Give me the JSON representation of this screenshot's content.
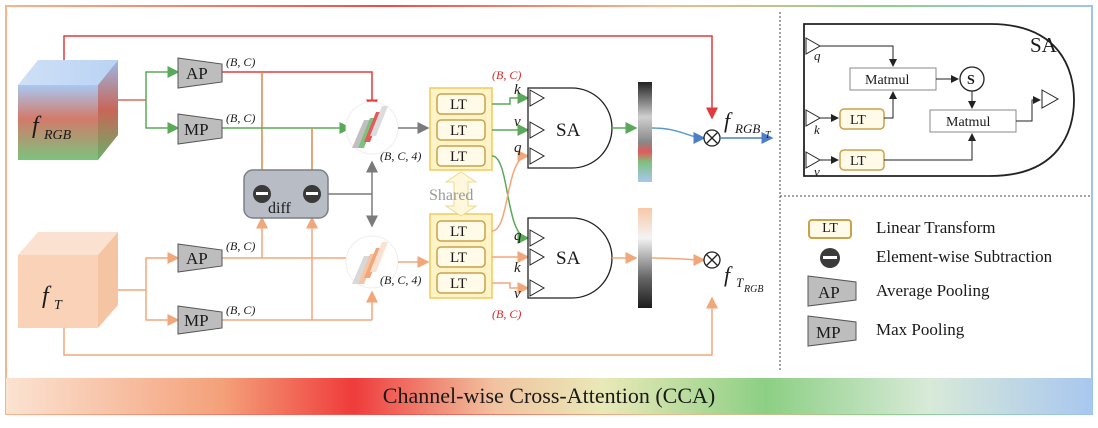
{
  "inputs": {
    "rgb_label": "f",
    "rgb_sub": "RGB",
    "t_label": "f",
    "t_sub": "T"
  },
  "pooling": {
    "ap": "AP",
    "mp": "MP",
    "shape_bc": "(B, C)",
    "shape_bc4": "(B, C, 4)"
  },
  "diff_label": "diff",
  "lt_label": "LT",
  "shared_label": "Shared",
  "sa_label": "SA",
  "qkv": {
    "q": "q",
    "k": "k",
    "v": "v"
  },
  "red_shape": "(B, C)",
  "outputs": {
    "rgb_t_main": "f",
    "rgb_t_sub": "RGB",
    "rgb_t_subsub": "T",
    "t_rgb_main": "f",
    "t_rgb_sub": "T",
    "t_rgb_subsub": "RGB"
  },
  "sa_detail": {
    "title": "SA",
    "matmul1": "Matmul",
    "matmul2": "Matmul",
    "softmax": "S",
    "lt1": "LT",
    "lt2": "LT",
    "q": "q",
    "k": "k",
    "v": "v"
  },
  "legend": [
    {
      "icon": "LT",
      "text": "Linear Transform"
    },
    {
      "icon": "minus",
      "text": "Element-wise Subtraction"
    },
    {
      "icon": "AP",
      "text": "Average Pooling"
    },
    {
      "icon": "MP",
      "text": "Max Pooling"
    }
  ],
  "footer": "Channel-wise Cross-Attention (CCA)",
  "colors": {
    "rgb_top": "#9ec3ef",
    "rgb_bottom": "#7fc07a",
    "rgb_mid": "#d96b5b",
    "thermal": "#f9d2b8",
    "red_line": "#e23b3b",
    "orange_line": "#f2a77a",
    "green_line": "#5aa85a",
    "blue_line": "#4c7fc9",
    "lt_border": "#c9a24a",
    "lt_fill": "#fff4c8"
  }
}
